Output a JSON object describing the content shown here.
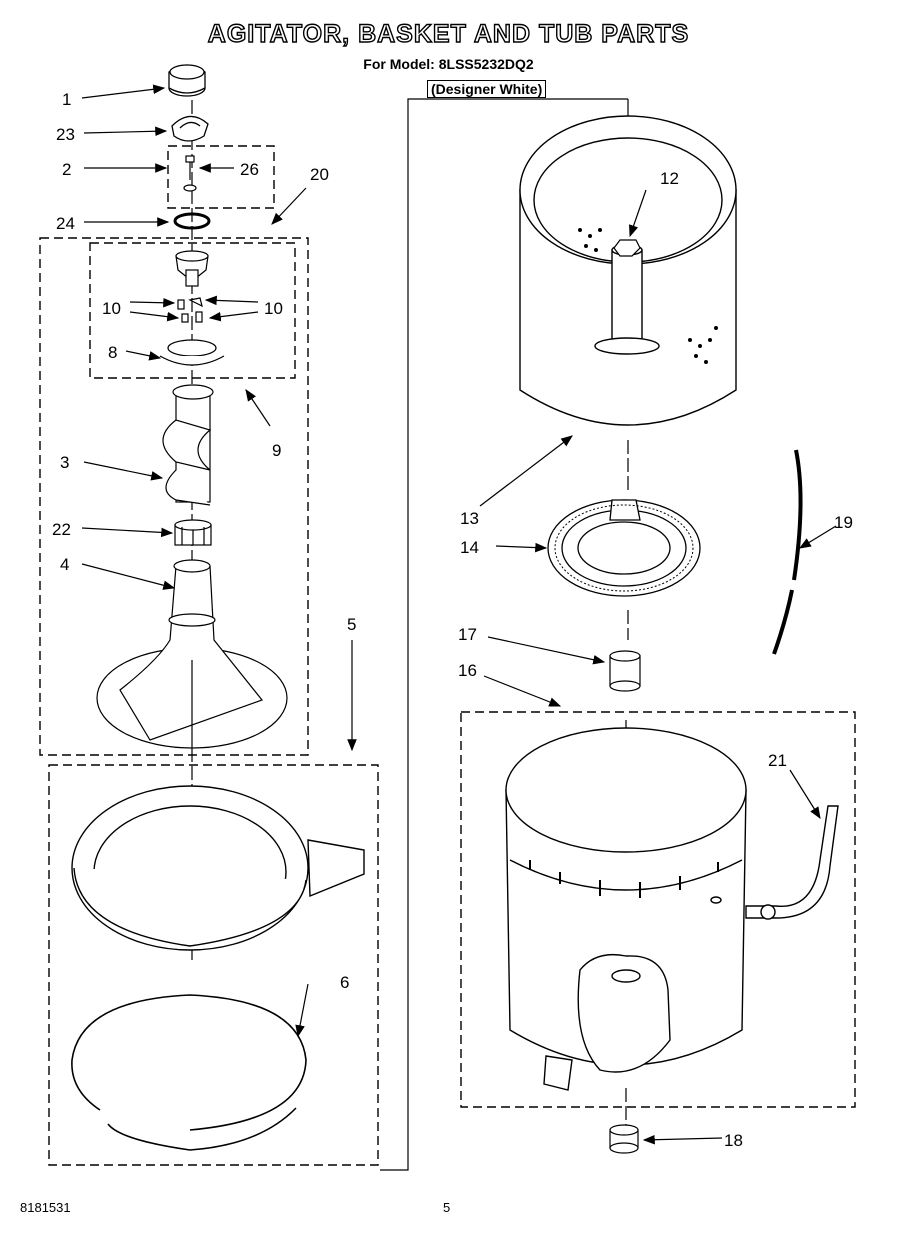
{
  "header": {
    "title": "AGITATOR, BASKET AND TUB PARTS",
    "model_line": "For Model: 8LSS5232DQ2",
    "color_line": "(Designer White)"
  },
  "footer": {
    "code": "8181531",
    "page_number": "5"
  },
  "callouts": [
    "1",
    "23",
    "2",
    "26",
    "20",
    "24",
    "10",
    "10",
    "8",
    "9",
    "3",
    "22",
    "4",
    "5",
    "6",
    "12",
    "13",
    "14",
    "19",
    "17",
    "16",
    "21",
    "18"
  ]
}
